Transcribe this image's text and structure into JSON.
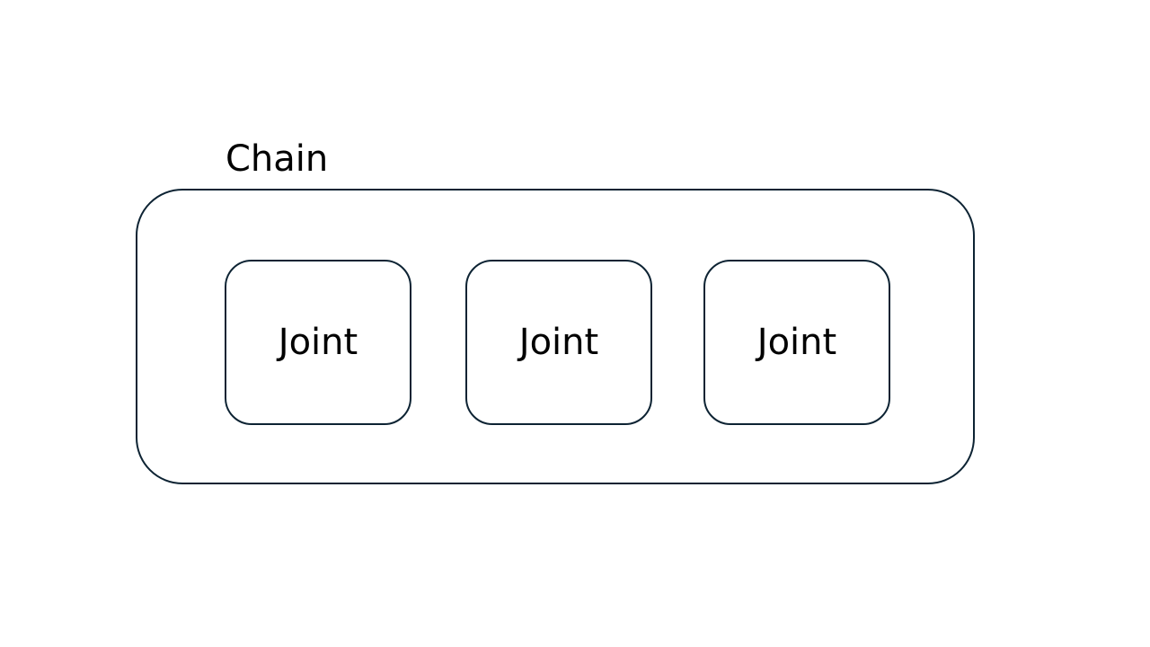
{
  "diagram": {
    "container_label": "Chain",
    "children": [
      {
        "label": "Joint"
      },
      {
        "label": "Joint"
      },
      {
        "label": "Joint"
      }
    ],
    "colors": {
      "stroke": "#0d2333",
      "background": "#ffffff",
      "text": "#000000"
    }
  }
}
